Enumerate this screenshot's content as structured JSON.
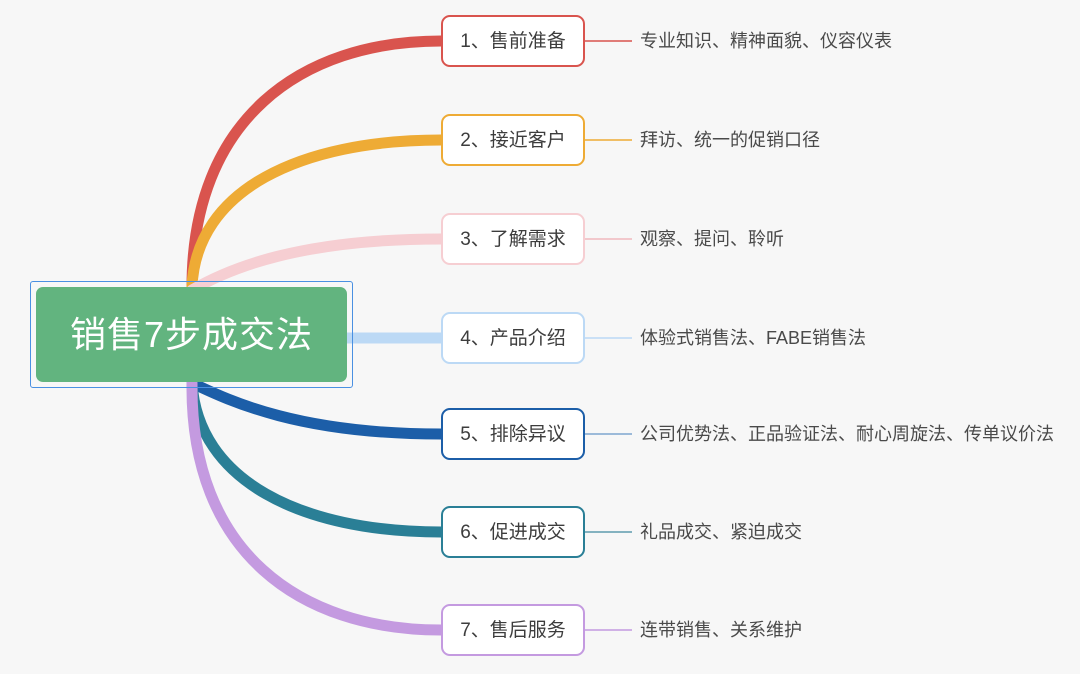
{
  "diagram": {
    "type": "mindmap",
    "background_color": "#f7f7f7",
    "root": {
      "label": "销售7步成交法",
      "fill_color": "#62b47f",
      "text_color": "#ffffff",
      "selection_border_color": "#4a90e2",
      "selected": true
    },
    "branches": [
      {
        "id": 1,
        "topic": "1、售前准备",
        "detail": "专业知识、精神面貌、仪容仪表",
        "color": "#d9544e"
      },
      {
        "id": 2,
        "topic": "2、接近客户",
        "detail": "拜访、统一的促销口径",
        "color": "#eeab35"
      },
      {
        "id": 3,
        "topic": "3、了解需求",
        "detail": "观察、提问、聆听",
        "color": "#f6ced2"
      },
      {
        "id": 4,
        "topic": "4、产品介绍",
        "detail": "体验式销售法、FABE销售法",
        "color": "#bcd9f5"
      },
      {
        "id": 5,
        "topic": "5、排除异议",
        "detail": "公司优势法、正品验证法、耐心周旋法、传单议价法",
        "color": "#1c5ea8"
      },
      {
        "id": 6,
        "topic": "6、促进成交",
        "detail": "礼品成交、紧迫成交",
        "color": "#2a7f96"
      },
      {
        "id": 7,
        "topic": "7、售后服务",
        "detail": "连带销售、关系维护",
        "color": "#c49ae0"
      }
    ]
  }
}
